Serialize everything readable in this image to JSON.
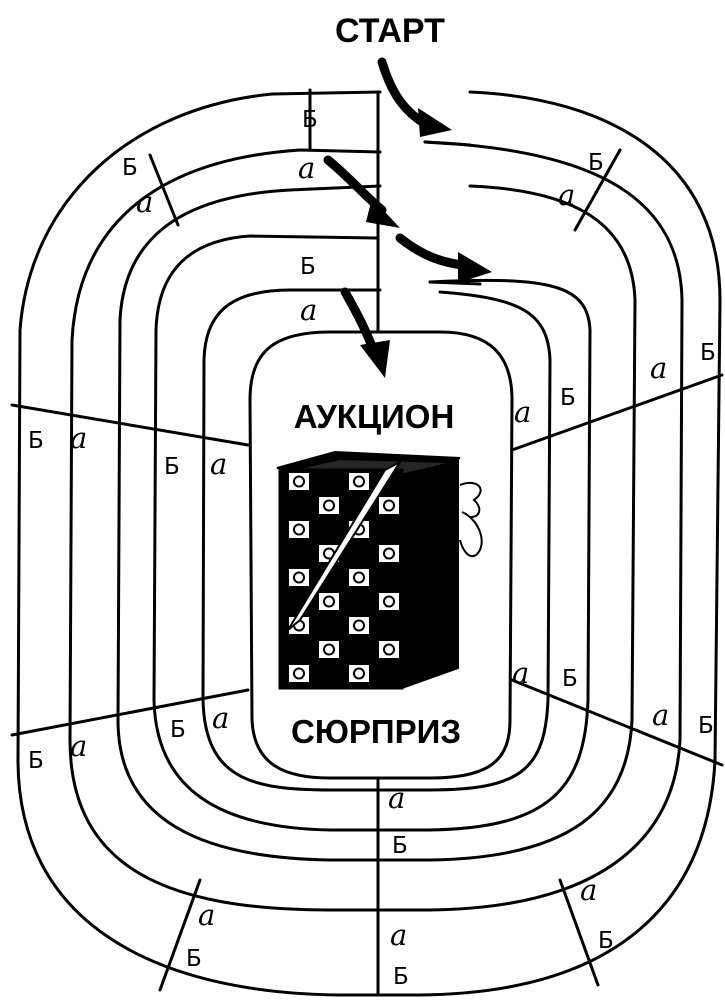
{
  "title_start": "СТАРТ",
  "center_top": "АУКЦИОН",
  "center_bottom": "СЮРПРИЗ",
  "sector_labels": {
    "a": "а",
    "b": "Б"
  },
  "icons": {
    "arrow": "start-arrow-icon",
    "gift": "gift-box-icon"
  }
}
